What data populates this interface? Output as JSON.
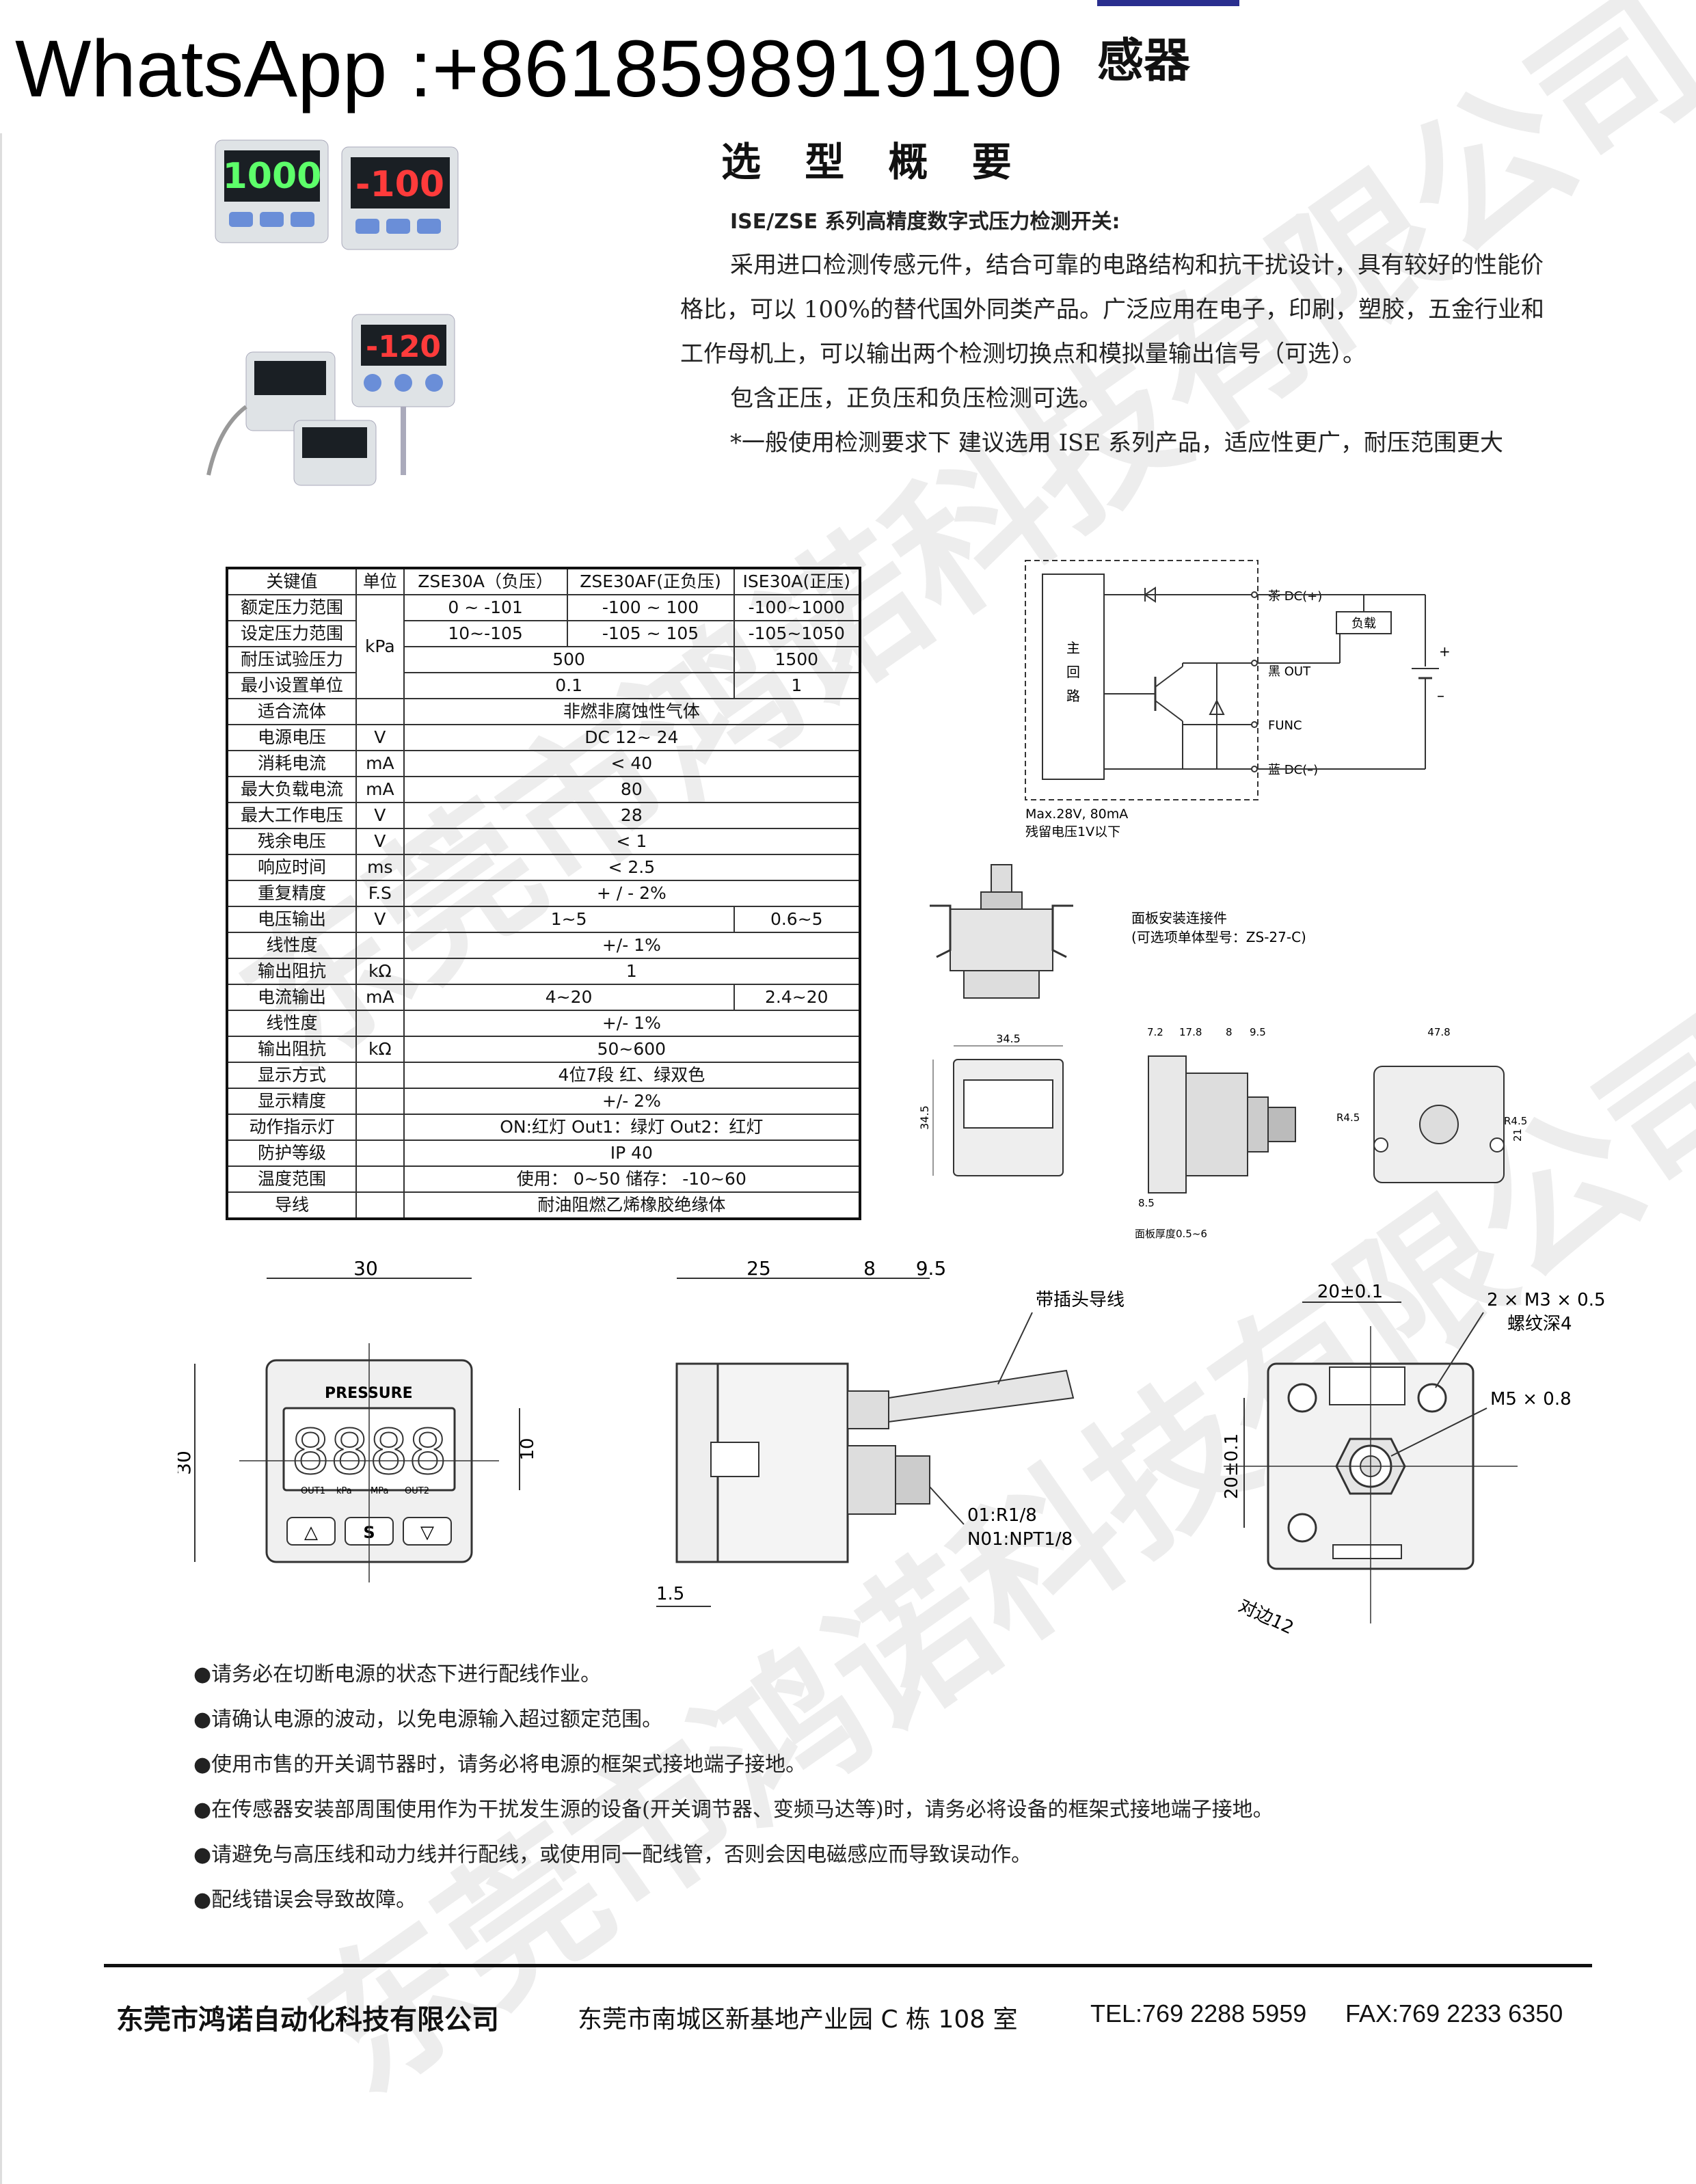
{
  "header": {
    "whatsapp": "WhatsApp :+8618598919190",
    "title_fragment": "感器"
  },
  "summary": {
    "title": "选 型 概 要",
    "lines": [
      "ISE/ZSE 系列高精度数字式压力检测开关:",
      "采用进口检测传感元件，结合可靠的电路结构和抗干扰设计，具有较好的性能价",
      "格比，可以 100%的替代国外同类产品。广泛应用在电子，印刷，塑胶，五金行业和",
      "工作母机上，可以输出两个检测切换点和模拟量输出信号（可选）。",
      "包含正压，正负压和负压检测可选。",
      "*一般使用检测要求下 建议选用 ISE 系列产品，适应性更广，耐压范围更大"
    ]
  },
  "product_photos": {
    "display_1": "1000",
    "display_2": "-100",
    "display_3": "-120"
  },
  "spec_table": {
    "headers": [
      "关键值",
      "单位",
      "ZSE30A（负压）",
      "ZSE30AF(正负压)",
      "ISE30A(正压)"
    ],
    "rows": [
      {
        "k": "额定压力范围",
        "u": "kPa",
        "a": "0 ~ -101",
        "b": "-100 ~ 100",
        "c": "-100~1000"
      },
      {
        "k": "设定压力范围",
        "a": "10~-105",
        "b": "-105 ~ 105",
        "c": "-105~1050"
      },
      {
        "k": "耐压试验压力",
        "ab": "500",
        "c": "1500"
      },
      {
        "k": "最小设置单位",
        "ab": "0.1",
        "c": "1"
      },
      {
        "k": "适合流体",
        "u": "",
        "v": "非燃非腐蚀性气体"
      },
      {
        "k": "电源电压",
        "u": "V",
        "v": "DC 12~ 24"
      },
      {
        "k": "消耗电流",
        "u": "mA",
        "v": "< 40"
      },
      {
        "k": "最大负载电流",
        "u": "mA",
        "v": "80"
      },
      {
        "k": "最大工作电压",
        "u": "V",
        "v": "28"
      },
      {
        "k": "残余电压",
        "u": "V",
        "v": "< 1"
      },
      {
        "k": "响应时间",
        "u": "ms",
        "v": "< 2.5"
      },
      {
        "k": "重复精度",
        "u": "F.S",
        "v": "+ / - 2%"
      },
      {
        "k": "电压输出",
        "u": "V",
        "ab": "1~5",
        "c": "0.6~5"
      },
      {
        "k": "线性度",
        "u": "",
        "v": "+/- 1%"
      },
      {
        "k": "输出阻抗",
        "u": "kΩ",
        "v": "1"
      },
      {
        "k": "电流输出",
        "u": "mA",
        "ab": "4~20",
        "c": "2.4~20"
      },
      {
        "k": "线性度",
        "u": "",
        "v": "+/- 1%"
      },
      {
        "k": "输出阻抗",
        "u": "kΩ",
        "v": "50~600"
      },
      {
        "k": "显示方式",
        "u": "",
        "v": "4位7段 红、绿双色"
      },
      {
        "k": "显示精度",
        "u": "",
        "v": "+/- 2%"
      },
      {
        "k": "动作指示灯",
        "u": "",
        "v": "ON:红灯 Out1：绿灯 Out2：红灯"
      },
      {
        "k": "防护等级",
        "u": "",
        "v": "IP 40"
      },
      {
        "k": "温度范围",
        "u": "",
        "v": "使用： 0~50 储存： -10~60"
      },
      {
        "k": "导线",
        "u": "",
        "v": "耐油阻燃乙烯橡胶绝缘体"
      }
    ]
  },
  "circuit": {
    "main_circuit": [
      "主",
      "回",
      "路"
    ],
    "brown": "茶 DC(+)",
    "load": "负载",
    "black": "黑 OUT",
    "func": "FUNC",
    "blue": "蓝 DC(–)",
    "plus": "+",
    "minus": "–",
    "note1": "Max.28V, 80mA",
    "note2": "残留电压1V以下"
  },
  "bracket": {
    "line1": "面板安装连接件",
    "line2": "(可选项单体型号：ZS-27-C)"
  },
  "small_drawings": {
    "front_w": "34.5",
    "front_h": "34.5",
    "side_dims": [
      "7.2",
      "17.8",
      "8",
      "9.5"
    ],
    "side_bottom": "8.5",
    "panel": "面板厚度0.5~6",
    "back_w": "47.8",
    "r1": "R4.5",
    "r2": "R4.5",
    "back_h": "21"
  },
  "front_view": {
    "width": "30",
    "height": "30",
    "display_h": "10",
    "brand": "PRESSURE",
    "btns": [
      "△",
      "S",
      "▽"
    ],
    "labels": [
      "OUT1",
      "kPa",
      "MPa",
      "OUT2"
    ]
  },
  "side_view": {
    "d1": "25",
    "d2": "8",
    "d3": "9.5",
    "cable": "带插头导线",
    "thread1": "01:R1/8",
    "thread2": "N01:NPT1/8",
    "d4": "1.5"
  },
  "back_view": {
    "w": "20±0.1",
    "h": "20±0.1",
    "screw": "2 × M3 × 0.5",
    "depth": "螺纹深4",
    "m5": "M5 × 0.8",
    "hex": "对边12"
  },
  "notes": [
    "●请务必在切断电源的状态下进行配线作业。",
    "●请确认电源的波动，以免电源输入超过额定范围。",
    "●使用市售的开关调节器时，请务必将电源的框架式接地端子接地。",
    "●在传感器安装部周围使用作为干扰发生源的设备(开关调节器、变频马达等)时，请务必将设备的框架式接地端子接地。",
    "●请避免与高压线和动力线并行配线，或使用同一配线管，否则会因电磁感应而导致误动作。",
    "●配线错误会导致故障。"
  ],
  "footer": {
    "company": "东莞市鸿诺自动化科技有限公司",
    "address": "东莞市南城区新基地产业园 C 栋 108 室",
    "tel": "TEL:769 2288 5959",
    "fax": "FAX:769 2233 6350"
  },
  "watermark": "东莞市鸿诺科技有限公司"
}
